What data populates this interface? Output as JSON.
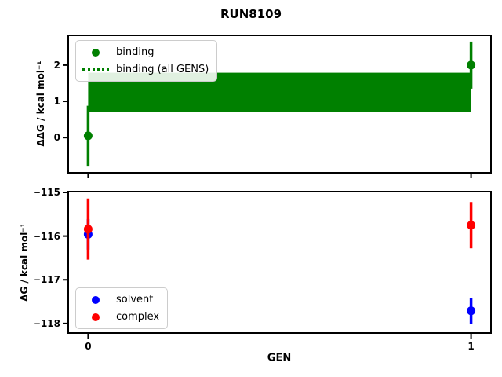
{
  "title": "RUN8109",
  "figure": {
    "background": "#ffffff",
    "axis_color": "#000000"
  },
  "chart_data": [
    {
      "type": "errorbar-line",
      "title": "",
      "xlabel": "",
      "ylabel": "ΔΔG / kcal mol⁻¹",
      "xlim": [
        -0.05,
        1.05
      ],
      "ylim": [
        -0.95,
        2.8
      ],
      "grid": false,
      "legend_position": "upper left",
      "legend": [
        {
          "label": "binding",
          "marker": "dot",
          "color": "#008000"
        },
        {
          "label": "binding (all GENS)",
          "marker": "dotted-line",
          "color": "#008000"
        }
      ],
      "xticks": [
        0,
        1
      ],
      "xticklabels": [
        "",
        ""
      ],
      "yticks": [
        0,
        1,
        2
      ],
      "yticklabels": [
        "0",
        "1",
        "2"
      ],
      "series": [
        {
          "name": "binding",
          "color": "#008000",
          "x": [
            0,
            1
          ],
          "y": [
            0.05,
            2.0
          ],
          "yerr": [
            0.83,
            0.65
          ]
        }
      ],
      "band": {
        "name": "binding (all GENS)",
        "color": "#008000",
        "linestyle": "dotted",
        "x_range": [
          0,
          1
        ],
        "center": 1.25,
        "low": 0.7,
        "high": 1.79
      }
    },
    {
      "type": "errorbar-scatter",
      "title": "",
      "xlabel": "GEN",
      "ylabel": "ΔG / kcal mol⁻¹",
      "xlim": [
        -0.05,
        1.05
      ],
      "ylim": [
        -118.2,
        -115.0
      ],
      "grid": false,
      "legend_position": "lower left",
      "legend": [
        {
          "label": "solvent",
          "marker": "dot",
          "color": "#0000ff"
        },
        {
          "label": "complex",
          "marker": "dot",
          "color": "#ff0000"
        }
      ],
      "xticks": [
        0,
        1
      ],
      "xticklabels": [
        "0",
        "1"
      ],
      "yticks": [
        -115,
        -116,
        -117,
        -118
      ],
      "yticklabels": [
        "−115",
        "−116",
        "−117",
        "−118"
      ],
      "series": [
        {
          "name": "solvent",
          "color": "#0000ff",
          "x": [
            0,
            1
          ],
          "y": [
            -115.96,
            -117.71
          ],
          "yerr": [
            0.35,
            0.3
          ]
        },
        {
          "name": "complex",
          "color": "#ff0000",
          "x": [
            0,
            1
          ],
          "y": [
            -115.84,
            -115.75
          ],
          "yerr": [
            0.7,
            0.53
          ]
        }
      ]
    }
  ]
}
